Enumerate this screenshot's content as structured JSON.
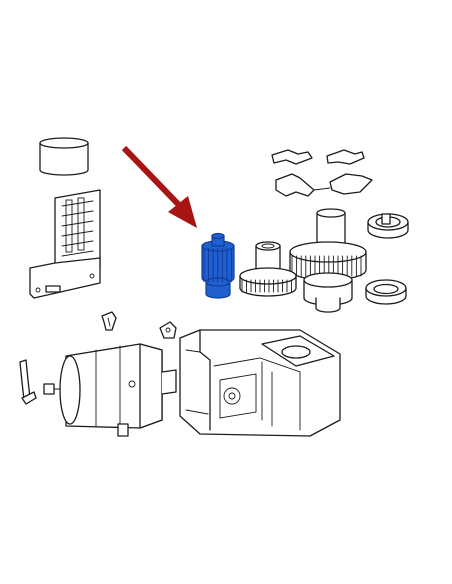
{
  "diagram": {
    "highlight_color": "#1f5fd0",
    "highlight_dark": "#0f3d99",
    "arrow_color": "#a81414",
    "line_color": "#1c1c1c",
    "highlighted_part": "small-pinion-gear",
    "parts": [
      "cylinder-sleeve",
      "terminal-board",
      "limit-switch-brackets",
      "small-pinion-gear",
      "spur-gear",
      "large-output-gear",
      "split-collar",
      "bearing-ring",
      "motor",
      "gearbox-housing",
      "release-lever"
    ]
  }
}
